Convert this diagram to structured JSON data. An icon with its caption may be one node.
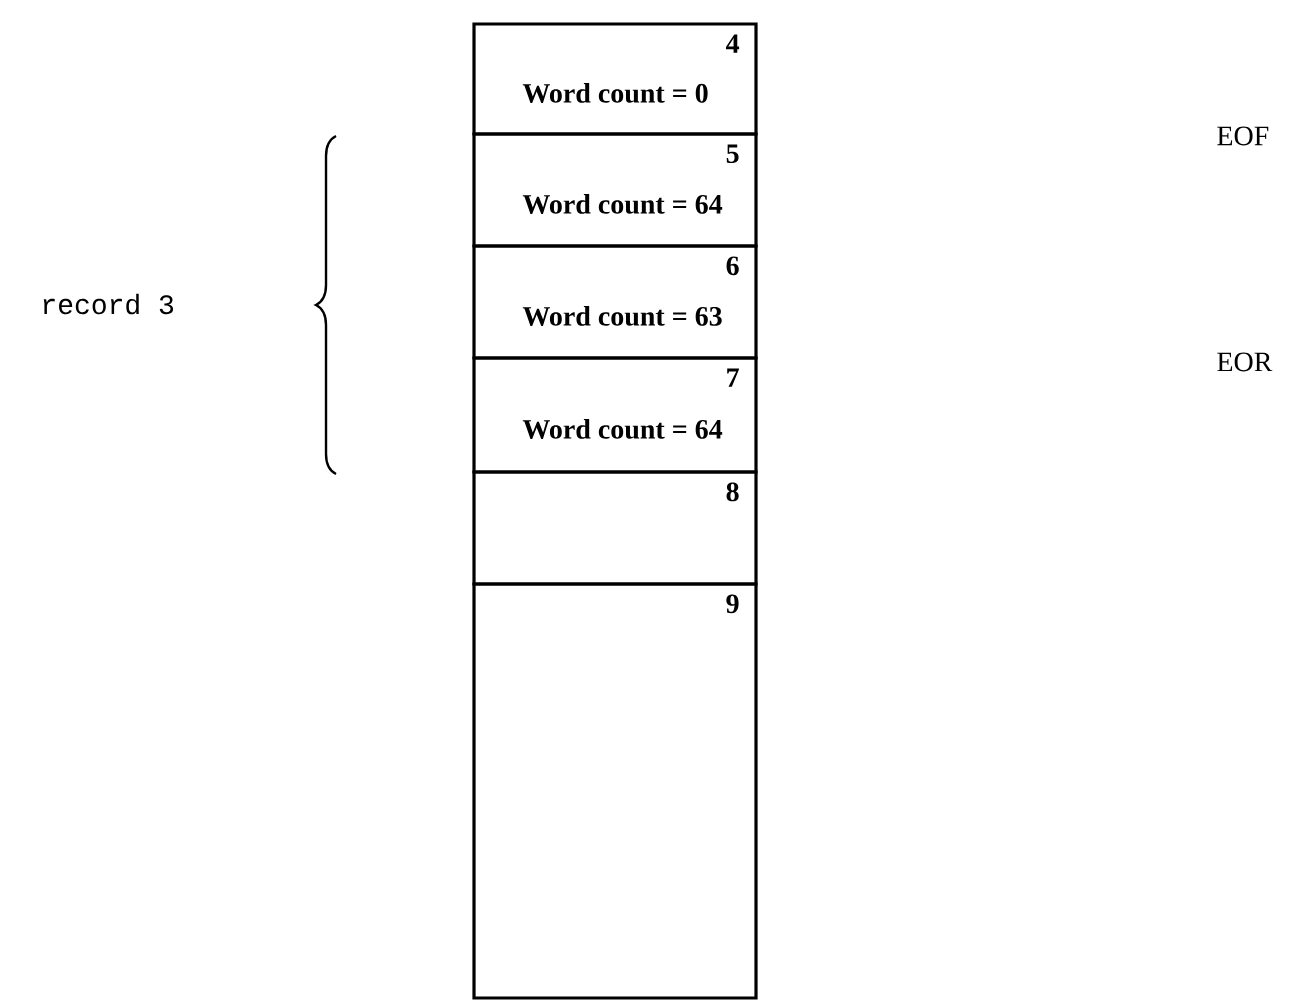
{
  "diagram": {
    "nodes": [
      {
        "text": [
          "4",
          "Word count = 0"
        ]
      },
      {
        "text": [
          "5",
          "Word count = 64"
        ]
      },
      {
        "text": [
          "6",
          "Word count = 63"
        ]
      },
      {
        "text": [
          "7",
          "Word count = 64"
        ]
      },
      {
        "text": [
          "8"
        ]
      },
      {
        "text": [
          "9"
        ]
      }
    ],
    "labels": [
      "EOF",
      "record 3",
      "EOR"
    ]
  }
}
